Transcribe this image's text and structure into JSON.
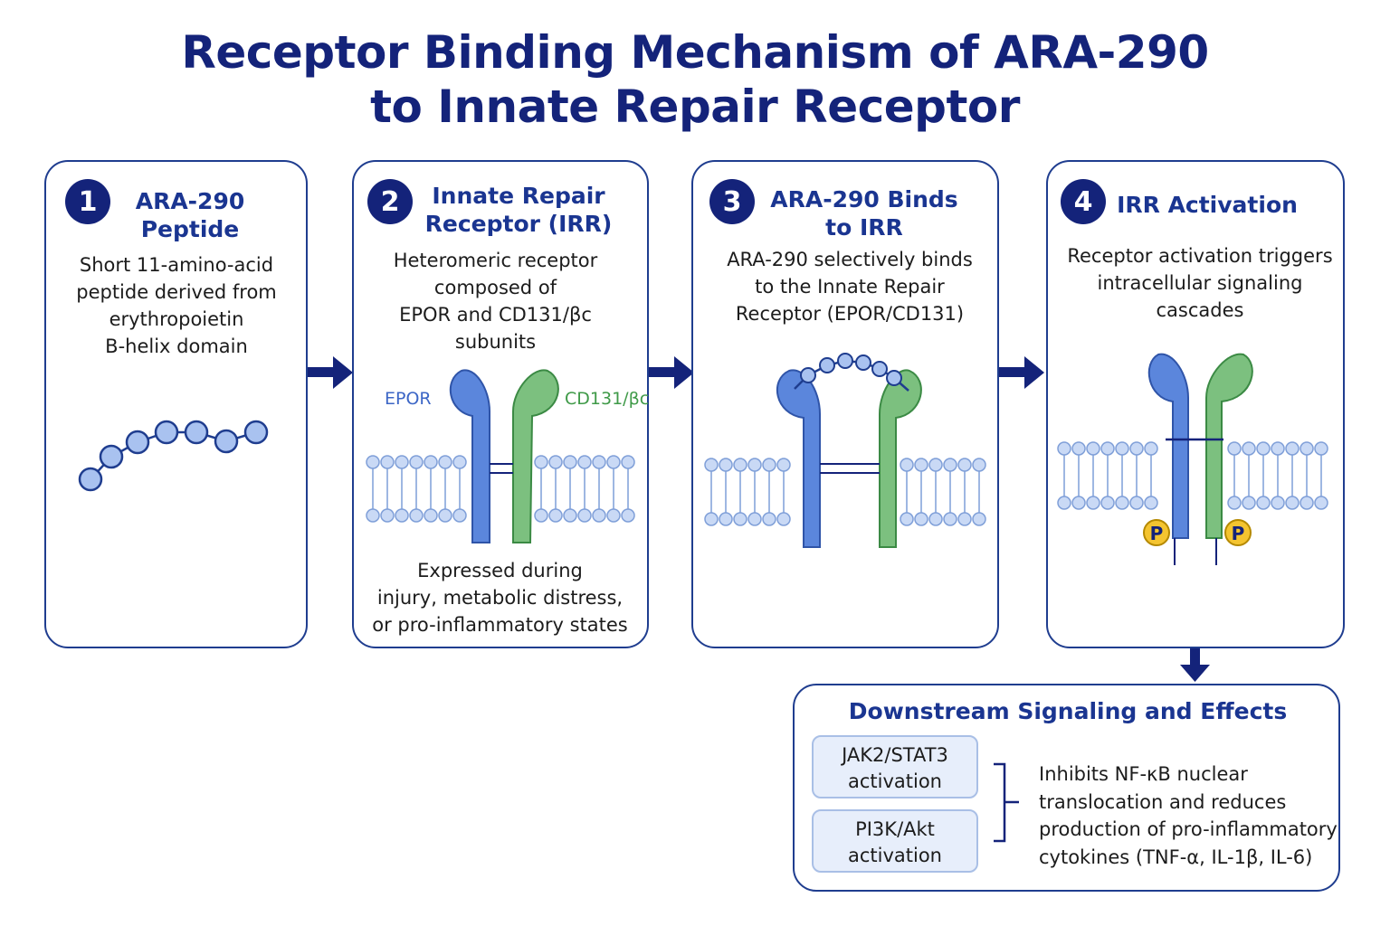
{
  "title": {
    "line1": "Receptor Binding Mechanism of ARA-290",
    "line2": "to Innate Repair Receptor"
  },
  "steps": [
    {
      "number": "1",
      "title_lines": [
        "ARA-290",
        "Peptide"
      ],
      "body_lines": [
        "Short 11-amino-acid",
        "peptide derived from",
        "erythropoietin",
        "B-helix domain"
      ]
    },
    {
      "number": "2",
      "title_lines": [
        "Innate Repair",
        "Receptor (IRR)"
      ],
      "body_lines": [
        "Heteromeric receptor",
        "composed of",
        "EPOR and CD131/βc",
        "subunits"
      ],
      "label_left": "EPOR",
      "label_right": "CD131/βc",
      "footer_lines": [
        "Expressed during",
        "injury, metabolic distress,",
        "or pro-inflammatory states"
      ]
    },
    {
      "number": "3",
      "title_lines": [
        "ARA-290 Binds",
        "to IRR"
      ],
      "body_lines": [
        "ARA-290 selectively binds",
        "to the Innate Repair",
        "Receptor (EPOR/CD131)"
      ]
    },
    {
      "number": "4",
      "title_lines": [
        "IRR Activation"
      ],
      "body_lines": [
        "Receptor activation triggers",
        "intracellular signaling",
        "cascades"
      ],
      "phospho_label": "P"
    }
  ],
  "downstream": {
    "title": "Downstream Signaling and Effects",
    "pathways": [
      {
        "lines": [
          "JAK2/STAT3",
          "activation"
        ]
      },
      {
        "lines": [
          "PI3K/Akt",
          "activation"
        ]
      }
    ],
    "effect_lines": [
      "Inhibits NF-κB nuclear",
      "translocation and reduces",
      "production of pro-inflammatory",
      "cytokines (TNF-α, IL-1β, IL-6)"
    ]
  },
  "colors": {
    "navy": "#14237a",
    "epor_blue": "#5b86dc",
    "cd131_green": "#7cc07f",
    "membrane": "#bcd0f3",
    "phospho": "#f4c430"
  },
  "icons": [
    "arrow-right-icon",
    "arrow-down-icon",
    "peptide-chain-icon",
    "receptor-icon",
    "membrane-icon",
    "bracket-icon"
  ]
}
